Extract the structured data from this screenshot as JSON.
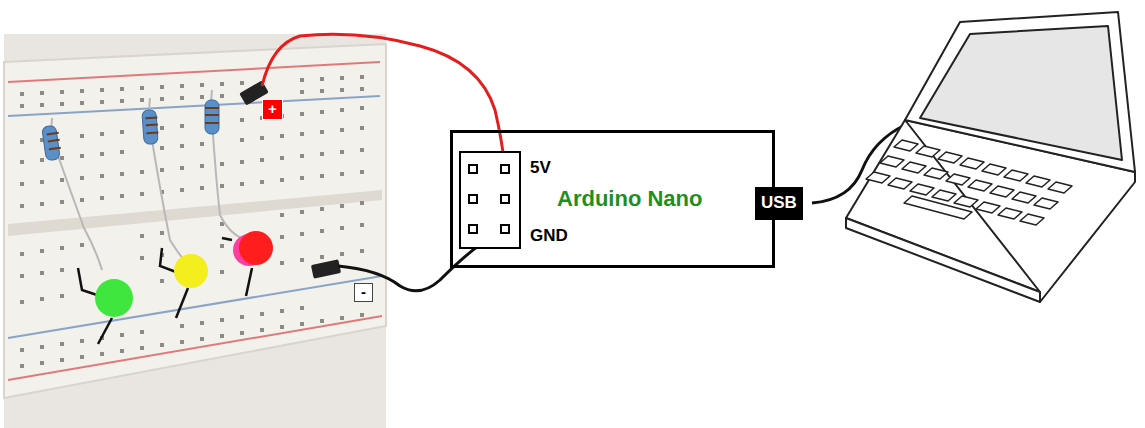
{
  "diagram": {
    "nodes": [
      {
        "text": [
          "Arduino Nano"
        ]
      },
      {
        "text": [
          "USB"
        ]
      }
    ],
    "labels": [
      "+",
      "-",
      "5V",
      "GND"
    ]
  }
}
